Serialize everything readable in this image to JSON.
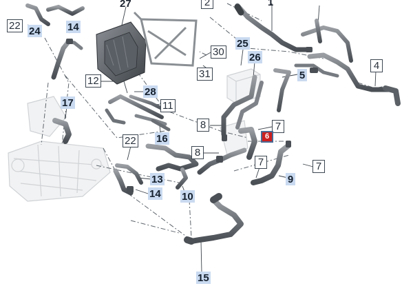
{
  "callouts": [
    {
      "id": "c22a",
      "text": "22",
      "style": "boxed"
    },
    {
      "id": "c24",
      "text": "24",
      "style": "blue"
    },
    {
      "id": "c14a",
      "text": "14",
      "style": "blue"
    },
    {
      "id": "c27",
      "text": "27",
      "style": "plain"
    },
    {
      "id": "c2",
      "text": "2",
      "style": "boxed"
    },
    {
      "id": "c1",
      "text": "1",
      "style": "plain"
    },
    {
      "id": "c30",
      "text": "30",
      "style": "boxed"
    },
    {
      "id": "c31",
      "text": "31",
      "style": "boxed"
    },
    {
      "id": "c25",
      "text": "25",
      "style": "blue"
    },
    {
      "id": "c26",
      "text": "26",
      "style": "blue"
    },
    {
      "id": "c5",
      "text": "5",
      "style": "blue"
    },
    {
      "id": "c4",
      "text": "4",
      "style": "boxed"
    },
    {
      "id": "c12",
      "text": "12",
      "style": "boxed"
    },
    {
      "id": "c28",
      "text": "28",
      "style": "blue"
    },
    {
      "id": "c11",
      "text": "11",
      "style": "boxed"
    },
    {
      "id": "c17",
      "text": "17",
      "style": "blue"
    },
    {
      "id": "c8a",
      "text": "8",
      "style": "boxed"
    },
    {
      "id": "c7a",
      "text": "7",
      "style": "boxed"
    },
    {
      "id": "c6",
      "text": "6",
      "style": "hot"
    },
    {
      "id": "c16",
      "text": "16",
      "style": "blue"
    },
    {
      "id": "c22b",
      "text": "22",
      "style": "boxed"
    },
    {
      "id": "c8b",
      "text": "8",
      "style": "boxed"
    },
    {
      "id": "c7b",
      "text": "7",
      "style": "boxed"
    },
    {
      "id": "c7c",
      "text": "7",
      "style": "boxed"
    },
    {
      "id": "c9",
      "text": "9",
      "style": "blue"
    },
    {
      "id": "c13",
      "text": "13",
      "style": "blue"
    },
    {
      "id": "c14b",
      "text": "14",
      "style": "blue"
    },
    {
      "id": "c10",
      "text": "10",
      "style": "blue"
    },
    {
      "id": "c15",
      "text": "15",
      "style": "blue"
    }
  ]
}
